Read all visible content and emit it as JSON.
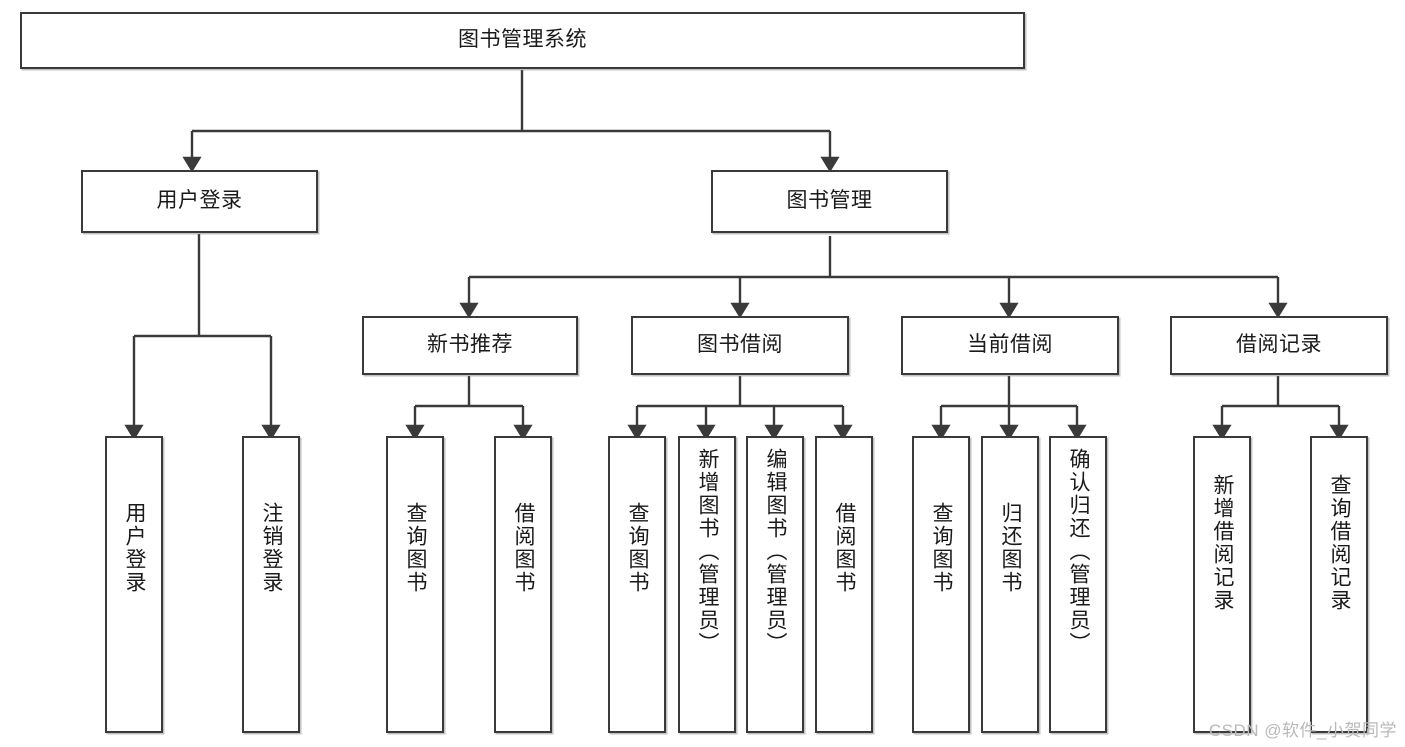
{
  "diagram": {
    "title": "图书管理系统",
    "type": "hierarchy-tree",
    "stroke_color": "#3a3a3a",
    "background_color": "#ffffff",
    "root": {
      "label": "图书管理系统"
    },
    "level1": [
      {
        "label": "用户登录"
      },
      {
        "label": "图书管理"
      }
    ],
    "level2": [
      {
        "label": "新书推荐"
      },
      {
        "label": "图书借阅"
      },
      {
        "label": "当前借阅"
      },
      {
        "label": "借阅记录"
      }
    ],
    "leaves": {
      "user_login": [
        {
          "label": "用户登录"
        },
        {
          "label": "注销登录"
        }
      ],
      "new_book_recommend": [
        {
          "label": "查询图书"
        },
        {
          "label": "借阅图书"
        }
      ],
      "book_borrow": [
        {
          "label": "查询图书"
        },
        {
          "label": "新增图书（管理员）"
        },
        {
          "label": "编辑图书（管理员）"
        },
        {
          "label": "借阅图书"
        }
      ],
      "current_borrow": [
        {
          "label": "查询图书"
        },
        {
          "label": "归还图书"
        },
        {
          "label": "确认归还（管理员）"
        }
      ],
      "borrow_record": [
        {
          "label": "新增借阅记录"
        },
        {
          "label": "查询借阅记录"
        }
      ]
    }
  },
  "watermark": {
    "text": "CSDN @软件_小贺同学"
  }
}
